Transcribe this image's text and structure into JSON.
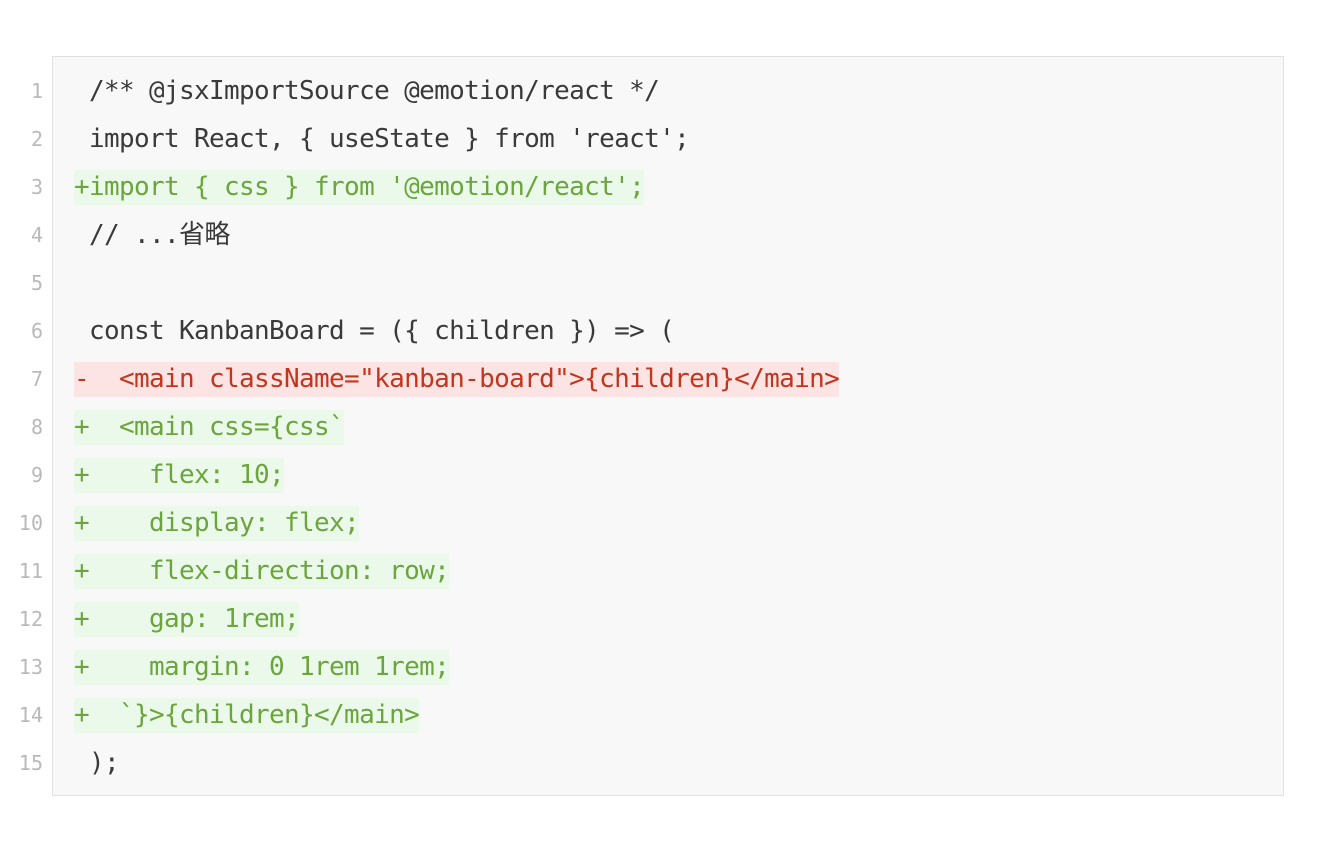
{
  "diff": {
    "lines": [
      {
        "num": "1",
        "type": "ctx",
        "text": " /** @jsxImportSource @emotion/react */"
      },
      {
        "num": "2",
        "type": "ctx",
        "text": " import React, { useState } from 'react';"
      },
      {
        "num": "3",
        "type": "add",
        "text": "+import { css } from '@emotion/react';"
      },
      {
        "num": "4",
        "type": "ctx",
        "text": " // ...省略"
      },
      {
        "num": "5",
        "type": "ctx",
        "text": ""
      },
      {
        "num": "6",
        "type": "ctx",
        "text": " const KanbanBoard = ({ children }) => ("
      },
      {
        "num": "7",
        "type": "del",
        "text": "-  <main className=\"kanban-board\">{children}</main>"
      },
      {
        "num": "8",
        "type": "add",
        "text": "+  <main css={css`"
      },
      {
        "num": "9",
        "type": "add",
        "text": "+    flex: 10;"
      },
      {
        "num": "10",
        "type": "add",
        "text": "+    display: flex;"
      },
      {
        "num": "11",
        "type": "add",
        "text": "+    flex-direction: row;"
      },
      {
        "num": "12",
        "type": "add",
        "text": "+    gap: 1rem;"
      },
      {
        "num": "13",
        "type": "add",
        "text": "+    margin: 0 1rem 1rem;"
      },
      {
        "num": "14",
        "type": "add",
        "text": "+  `}>{children}</main>"
      },
      {
        "num": "15",
        "type": "ctx",
        "text": " );"
      }
    ]
  }
}
